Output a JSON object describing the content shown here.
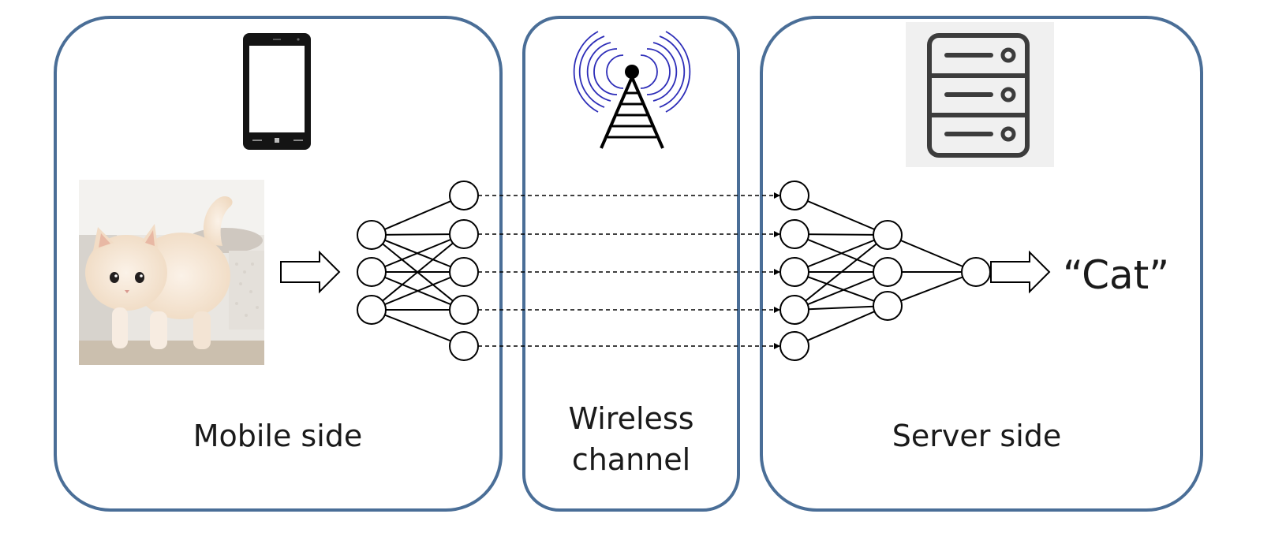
{
  "panels": {
    "mobile": {
      "label": "Mobile side"
    },
    "wireless": {
      "label_line1": "Wireless",
      "label_line2": "channel"
    },
    "server": {
      "label": "Server side"
    }
  },
  "output_label": "“Cat”",
  "icons": {
    "phone": "smartphone-icon",
    "tower": "antenna-tower-icon",
    "server": "server-rack-icon",
    "input_image": "cat-photo"
  },
  "colors": {
    "panel_border": "#4a6e97",
    "signal_waves": "#2d2db8",
    "server_bg": "#f0f0f0"
  }
}
